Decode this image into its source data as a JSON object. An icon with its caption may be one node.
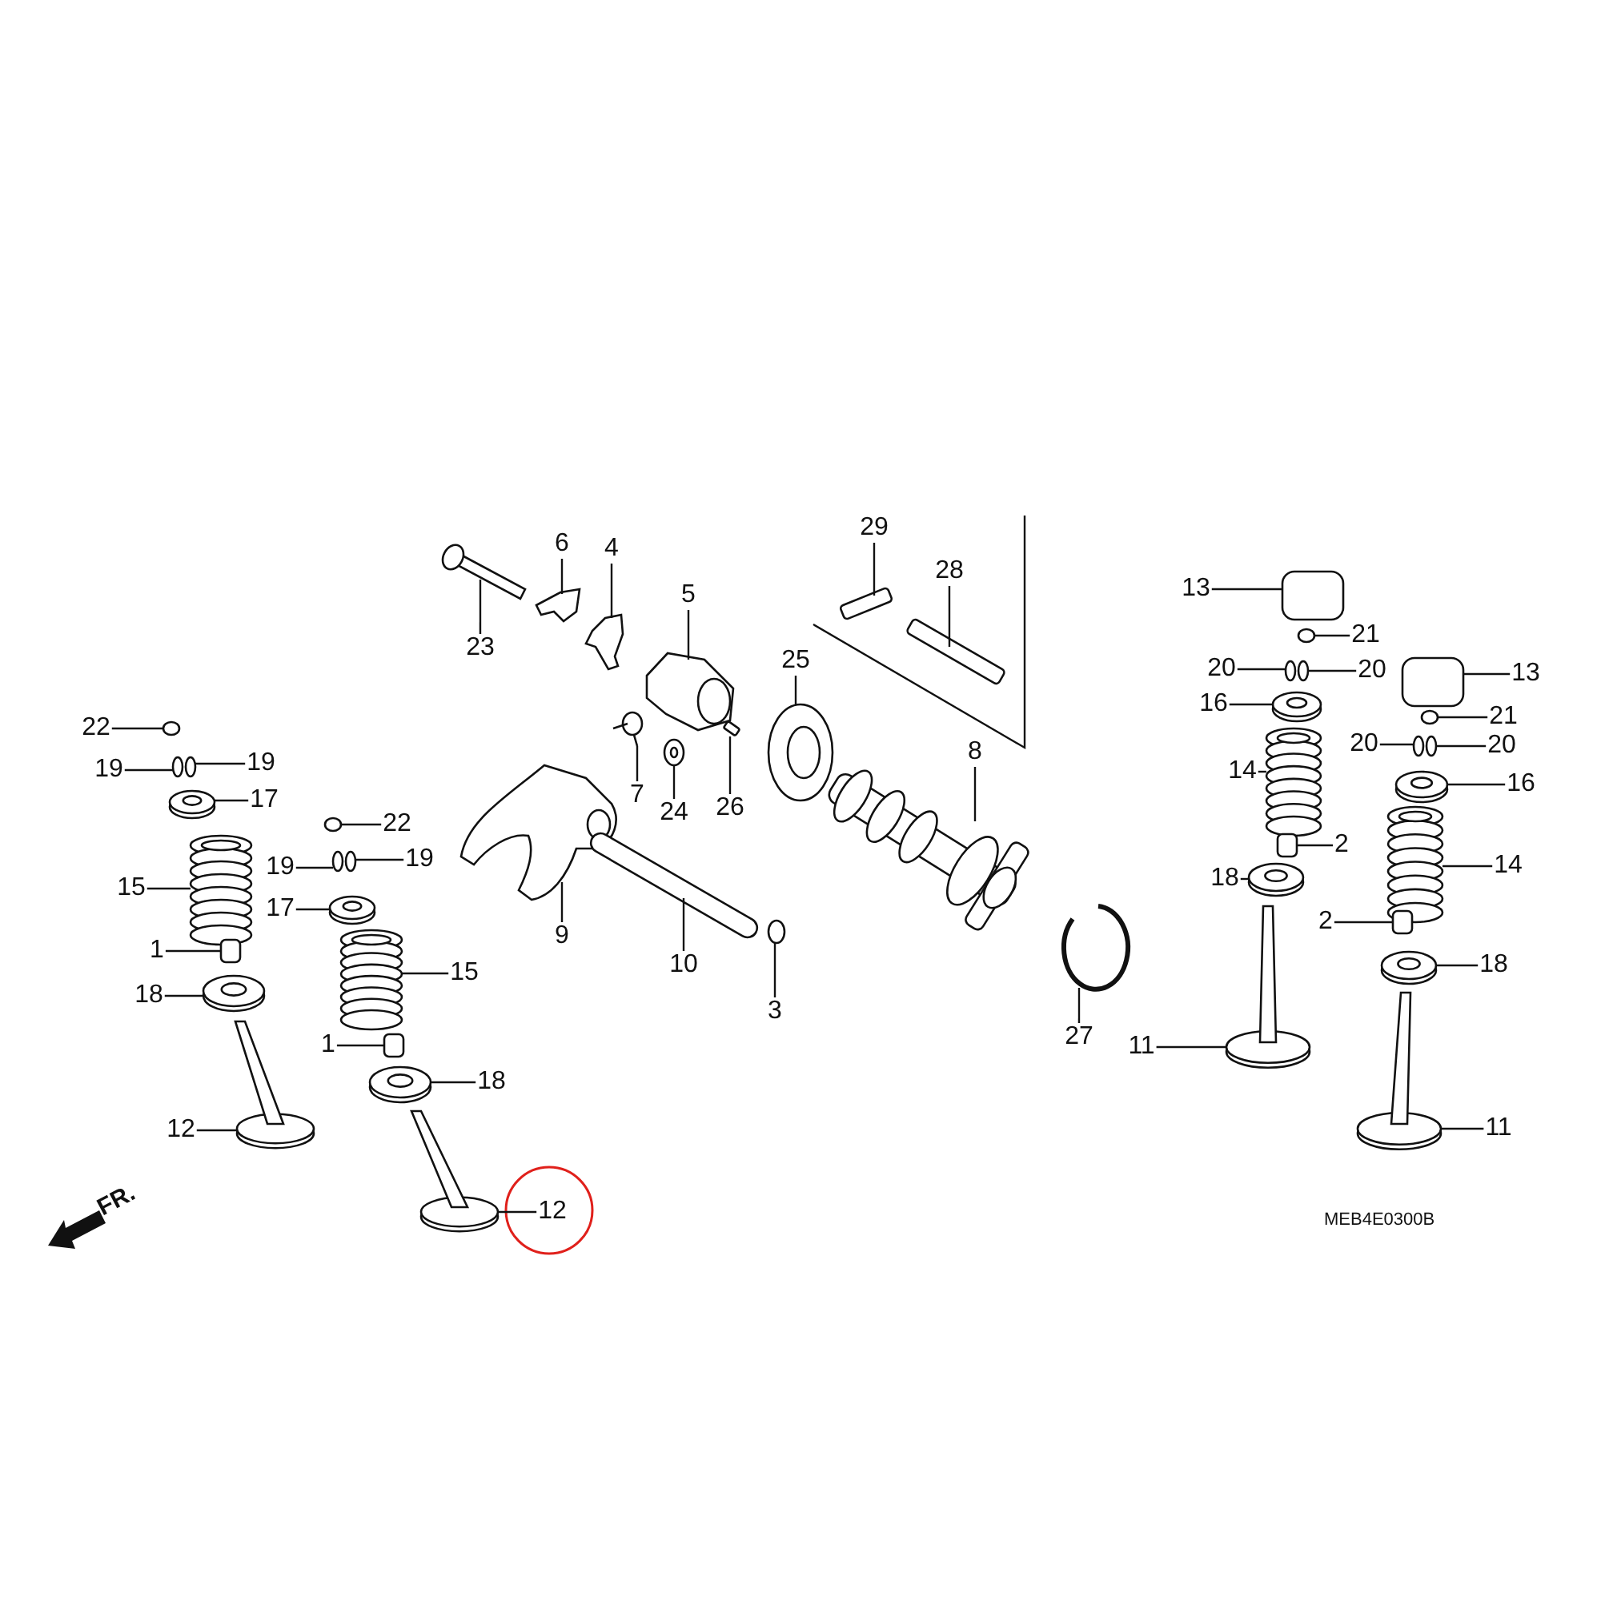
{
  "diagram": {
    "nodes": [
      {
        "text": [
          "23"
        ]
      },
      {
        "text": [
          "6"
        ]
      },
      {
        "text": [
          "4"
        ]
      },
      {
        "text": [
          "5"
        ]
      },
      {
        "text": [
          "29"
        ]
      },
      {
        "text": [
          "28"
        ]
      },
      {
        "text": [
          "25"
        ]
      },
      {
        "text": [
          "7"
        ]
      },
      {
        "text": [
          "24"
        ]
      },
      {
        "text": [
          "26"
        ]
      },
      {
        "text": [
          "8"
        ]
      },
      {
        "text": [
          "9"
        ]
      },
      {
        "text": [
          "10"
        ]
      },
      {
        "text": [
          "3"
        ]
      },
      {
        "text": [
          "27"
        ]
      },
      {
        "text": [
          "22"
        ]
      },
      {
        "text": [
          "19"
        ]
      },
      {
        "text": [
          "19"
        ]
      },
      {
        "text": [
          "17"
        ]
      },
      {
        "text": [
          "15"
        ]
      },
      {
        "text": [
          "1"
        ]
      },
      {
        "text": [
          "18"
        ]
      },
      {
        "text": [
          "12"
        ]
      },
      {
        "text": [
          "22"
        ]
      },
      {
        "text": [
          "19"
        ]
      },
      {
        "text": [
          "19"
        ]
      },
      {
        "text": [
          "17"
        ]
      },
      {
        "text": [
          "15"
        ]
      },
      {
        "text": [
          "1"
        ]
      },
      {
        "text": [
          "18"
        ]
      },
      {
        "text": [
          "12"
        ]
      },
      {
        "text": [
          "13"
        ]
      },
      {
        "text": [
          "21"
        ]
      },
      {
        "text": [
          "20"
        ]
      },
      {
        "text": [
          "20"
        ]
      },
      {
        "text": [
          "16"
        ]
      },
      {
        "text": [
          "14"
        ]
      },
      {
        "text": [
          "2"
        ]
      },
      {
        "text": [
          "18"
        ]
      },
      {
        "text": [
          "11"
        ]
      },
      {
        "text": [
          "13"
        ]
      },
      {
        "text": [
          "21"
        ]
      },
      {
        "text": [
          "20"
        ]
      },
      {
        "text": [
          "20"
        ]
      },
      {
        "text": [
          "16"
        ]
      },
      {
        "text": [
          "14"
        ]
      },
      {
        "text": [
          "2"
        ]
      },
      {
        "text": [
          "18"
        ]
      },
      {
        "text": [
          "11"
        ]
      },
      {
        "text": [],
        "shape": "picture"
      },
      {
        "text": [],
        "shape": "picture"
      },
      {
        "text": [],
        "shape": "picture"
      },
      {
        "text": [],
        "shape": "picture"
      },
      {
        "text": [],
        "shape": "box"
      },
      {
        "text": [],
        "shape": "box"
      },
      {
        "text": [],
        "shape": "picture"
      },
      {
        "text": [],
        "shape": "picture"
      },
      {
        "text": [],
        "shape": "picture"
      },
      {
        "text": [],
        "shape": "box"
      },
      {
        "text": [],
        "shape": "picture"
      },
      {
        "text": [],
        "shape": "picture"
      },
      {
        "text": [],
        "shape": "picture"
      },
      {
        "text": [],
        "shape": "picture"
      },
      {
        "text": [],
        "shape": "picture"
      },
      {
        "text": [],
        "shape": "circle"
      },
      {
        "text": [],
        "shape": "circle"
      },
      {
        "text": [],
        "shape": "circle"
      },
      {
        "text": [],
        "shape": "picture"
      },
      {
        "text": [],
        "shape": "picture"
      },
      {
        "text": [],
        "shape": "box"
      },
      {
        "text": [],
        "shape": "picture"
      },
      {
        "text": [],
        "shape": "picture"
      },
      {
        "text": [],
        "shape": "circle"
      },
      {
        "text": [],
        "shape": "circle"
      },
      {
        "text": [],
        "shape": "circle"
      },
      {
        "text": [],
        "shape": "picture"
      },
      {
        "text": [],
        "shape": "picture"
      },
      {
        "text": [],
        "shape": "box"
      },
      {
        "text": [],
        "shape": "picture"
      },
      {
        "text": [],
        "shape": "picture"
      },
      {
        "text": [],
        "shape": "box"
      },
      {
        "text": [],
        "shape": "circle"
      },
      {
        "text": [],
        "shape": "circle"
      },
      {
        "text": [],
        "shape": "circle"
      },
      {
        "text": [],
        "shape": "picture"
      },
      {
        "text": [],
        "shape": "picture"
      },
      {
        "text": [],
        "shape": "box"
      },
      {
        "text": [],
        "shape": "picture"
      },
      {
        "text": [],
        "shape": "picture"
      },
      {
        "text": [],
        "shape": "box"
      },
      {
        "text": [],
        "shape": "circle"
      },
      {
        "text": [],
        "shape": "circle"
      },
      {
        "text": [],
        "shape": "circle"
      },
      {
        "text": [],
        "shape": "picture"
      },
      {
        "text": [],
        "shape": "picture"
      },
      {
        "text": [],
        "shape": "box"
      },
      {
        "text": [],
        "shape": "picture"
      },
      {
        "text": [],
        "shape": "picture"
      }
    ],
    "edges": [
      {
        "from": 0,
        "to": 49,
        "arrow": "none"
      },
      {
        "from": 1,
        "to": 50,
        "arrow": "none"
      },
      {
        "from": 2,
        "to": 51,
        "arrow": "none"
      },
      {
        "from": 3,
        "to": 52,
        "arrow": "none"
      },
      {
        "from": 4,
        "to": 53,
        "arrow": "none"
      },
      {
        "from": 5,
        "to": 54,
        "arrow": "none"
      },
      {
        "from": 6,
        "to": 55,
        "arrow": "none"
      },
      {
        "from": 7,
        "to": 56,
        "arrow": "none"
      },
      {
        "from": 8,
        "to": 57,
        "arrow": "none"
      },
      {
        "from": 9,
        "to": 58,
        "arrow": "none"
      },
      {
        "from": 10,
        "to": 59,
        "arrow": "none"
      },
      {
        "from": 11,
        "to": 60,
        "arrow": "none"
      },
      {
        "from": 12,
        "to": 61,
        "arrow": "none"
      },
      {
        "from": 13,
        "to": 62,
        "arrow": "none"
      },
      {
        "from": 14,
        "to": 63,
        "arrow": "none"
      },
      {
        "from": 15,
        "to": 64,
        "arrow": "none"
      },
      {
        "from": 16,
        "to": 65,
        "arrow": "none"
      },
      {
        "from": 17,
        "to": 66,
        "arrow": "none"
      },
      {
        "from": 18,
        "to": 67,
        "arrow": "none"
      },
      {
        "from": 19,
        "to": 68,
        "arrow": "none"
      },
      {
        "from": 20,
        "to": 69,
        "arrow": "none"
      },
      {
        "from": 21,
        "to": 70,
        "arrow": "none"
      },
      {
        "from": 22,
        "to": 71,
        "arrow": "none"
      },
      {
        "from": 23,
        "to": 72,
        "arrow": "none"
      },
      {
        "from": 24,
        "to": 73,
        "arrow": "none"
      },
      {
        "from": 25,
        "to": 74,
        "arrow": "none"
      },
      {
        "from": 26,
        "to": 75,
        "arrow": "none"
      },
      {
        "from": 27,
        "to": 76,
        "arrow": "none"
      },
      {
        "from": 28,
        "to": 77,
        "arrow": "none"
      },
      {
        "from": 29,
        "to": 78,
        "arrow": "none"
      },
      {
        "from": 30,
        "to": 79,
        "arrow": "none"
      },
      {
        "from": 31,
        "to": 80,
        "arrow": "none"
      },
      {
        "from": 32,
        "to": 81,
        "arrow": "none"
      },
      {
        "from": 33,
        "to": 82,
        "arrow": "none"
      },
      {
        "from": 34,
        "to": 83,
        "arrow": "none"
      },
      {
        "from": 35,
        "to": 84,
        "arrow": "none"
      },
      {
        "from": 36,
        "to": 85,
        "arrow": "none"
      },
      {
        "from": 37,
        "to": 86,
        "arrow": "none"
      },
      {
        "from": 38,
        "to": 87,
        "arrow": "none"
      },
      {
        "from": 39,
        "to": 88,
        "arrow": "none"
      },
      {
        "from": 40,
        "to": 89,
        "arrow": "none"
      },
      {
        "from": 41,
        "to": 90,
        "arrow": "none"
      },
      {
        "from": 42,
        "to": 91,
        "arrow": "none"
      },
      {
        "from": 43,
        "to": 92,
        "arrow": "none"
      },
      {
        "from": 44,
        "to": 93,
        "arrow": "none"
      },
      {
        "from": 45,
        "to": 94,
        "arrow": "none"
      },
      {
        "from": 46,
        "to": 95,
        "arrow": "none"
      },
      {
        "from": 47,
        "to": 96,
        "arrow": "none"
      },
      {
        "from": 48,
        "to": 97,
        "arrow": "none"
      }
    ],
    "labels": [
      "FR.",
      "MEB4E0300B"
    ]
  }
}
